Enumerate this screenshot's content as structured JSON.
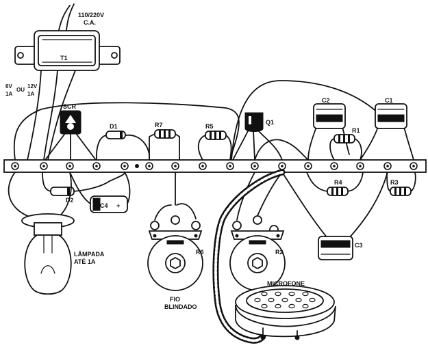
{
  "labels": {
    "mains": "110/220V",
    "mains_ac": "C.A.",
    "transformer": "T1",
    "sec_6v": "6V",
    "sec_1a_left": "1A",
    "sec_ou": "OU",
    "sec_12v": "12V",
    "sec_1a_right": "1A",
    "scr": "SCR",
    "d1": "D1",
    "d2": "D2",
    "r7": "R7",
    "r5": "R5",
    "q1": "Q1",
    "c2": "C2",
    "c1": "C1",
    "r1": "R1",
    "r4": "R4",
    "r3": "R3",
    "c3": "C3",
    "c4": "C4",
    "c4_plus": "+",
    "lamp_line1": "LÂMPADA",
    "lamp_line2": "ATÉ 1A",
    "r6": "R6",
    "r2": "R2",
    "microphone": "MICROFONE",
    "shield_line1": "FIO",
    "shield_line2": "BLINDADO"
  }
}
